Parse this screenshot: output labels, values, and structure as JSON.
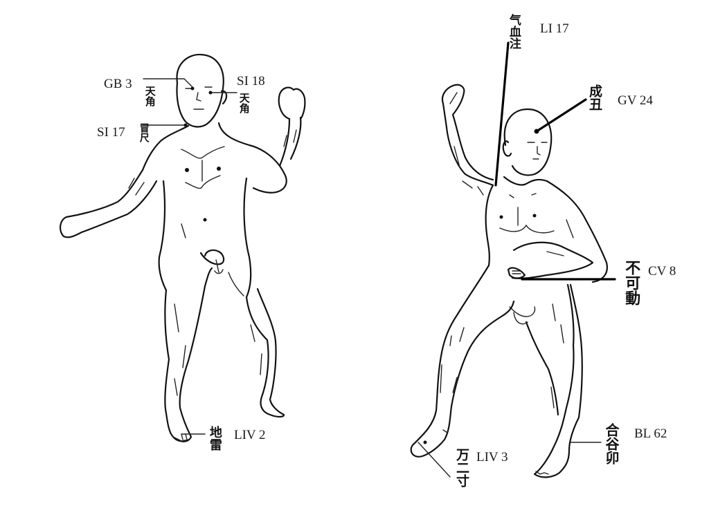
{
  "figure": {
    "left_figure": {
      "description": "front view standing figure, left arm extended, right forearm raised",
      "points": [
        {
          "code": "GB 3",
          "chars": "天角"
        },
        {
          "code": "SI 18",
          "chars": "天角"
        },
        {
          "code": "SI 17",
          "chars": "冒尺"
        },
        {
          "code": "LIV 2",
          "chars": "地雷"
        }
      ]
    },
    "right_figure": {
      "description": "figure with raised right arm, left hand across abdomen",
      "points": [
        {
          "code": "LI 17",
          "chars": "气血注"
        },
        {
          "code": "GV 24",
          "chars": "成丑"
        },
        {
          "code": "CV 8",
          "chars": "不可動"
        },
        {
          "code": "LIV 3",
          "chars": "万二寸"
        },
        {
          "code": "BL 62",
          "chars": "合谷卯"
        }
      ]
    },
    "colors": {
      "ink": "#111111",
      "background": "#ffffff"
    }
  }
}
